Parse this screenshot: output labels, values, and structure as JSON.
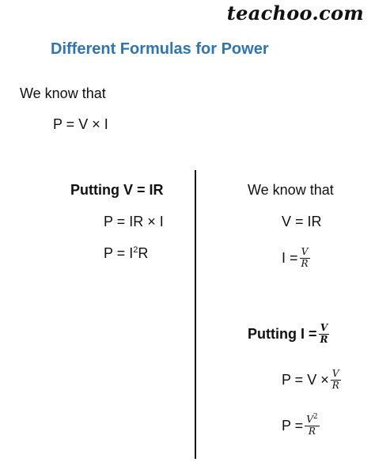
{
  "logo": "teachoo.com",
  "title": "Different Formulas for Power",
  "intro": {
    "lead": "We know that",
    "formula": "P = V × I"
  },
  "left": {
    "heading": "Putting V = IR",
    "line1": "P = IR × I",
    "line2_prefix": "P = I",
    "line2_sup": "2",
    "line2_suffix": "R"
  },
  "right": {
    "lead": "We know that",
    "line1": "V = IR",
    "line2_prefix": "I = ",
    "line2_num": "V",
    "line2_den": "R",
    "heading_prefix": "Putting I = ",
    "heading_num": "V",
    "heading_den": "R",
    "line3_prefix": "P = V × ",
    "line3_num": "V",
    "line3_den": "R",
    "line4_prefix": "P = ",
    "line4_num_base": "V",
    "line4_num_sup": "2",
    "line4_den": "R"
  }
}
